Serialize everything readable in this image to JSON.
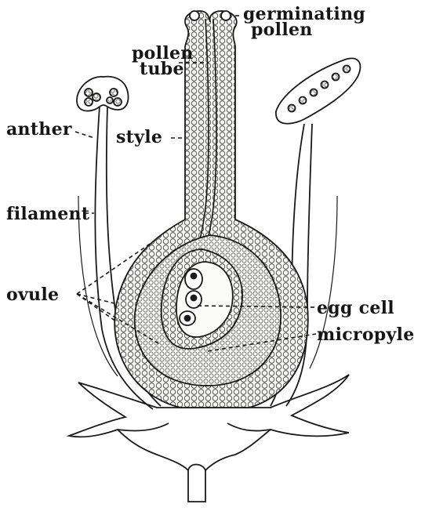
{
  "labels": {
    "germinating_pollen": [
      "germinating",
      "pollen"
    ],
    "pollen_tube": [
      "pollen",
      "tube"
    ],
    "anther": "anther",
    "style": "style",
    "filament": "filament",
    "ovule": "ovule",
    "egg_cell": "egg cell",
    "micropyle": "micropyle"
  },
  "colors": {
    "ink": "#161616",
    "cell_fill": "#f4f4f0",
    "background": "#ffffff"
  }
}
